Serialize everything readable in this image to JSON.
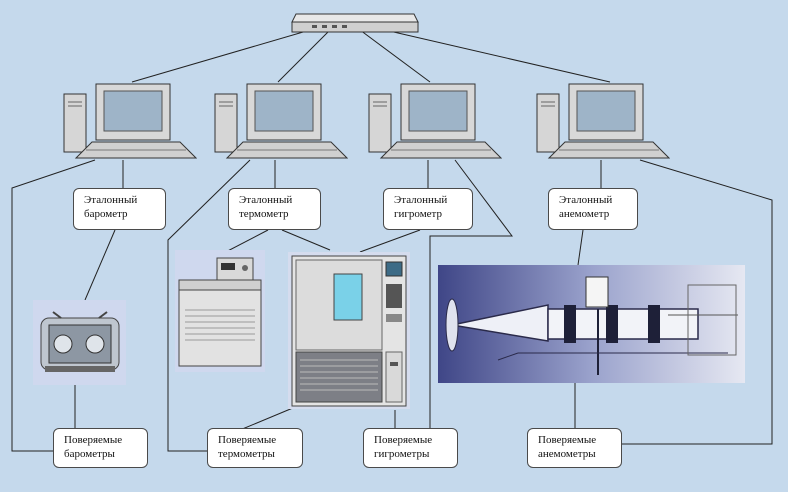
{
  "colors": {
    "background": "#c5d9ec",
    "line": "#222222",
    "box_fill": "#ffffff",
    "box_border": "#4a4a4a",
    "monitor_frame": "#d8d8d8",
    "monitor_screen": "#9eb4c8",
    "photo_blue": "#5c66a5"
  },
  "hub": {
    "icon": "network-hub-icon"
  },
  "computers": [
    {
      "icon": "computer-icon"
    },
    {
      "icon": "computer-icon"
    },
    {
      "icon": "computer-icon"
    },
    {
      "icon": "computer-icon"
    }
  ],
  "reference": {
    "barometer": {
      "line1": "Эталонный",
      "line2": "барометр"
    },
    "thermometer": {
      "line1": "Эталонный",
      "line2": "термометр"
    },
    "hygrometer": {
      "line1": "Эталонный",
      "line2": "гигрометр"
    },
    "anemometer": {
      "line1": "Эталонный",
      "line2": "анемометр"
    }
  },
  "verified": {
    "barometers": {
      "line1": "Поверяемые",
      "line2": "барометры"
    },
    "thermometers": {
      "line1": "Поверяемые",
      "line2": "термометры"
    },
    "hygrometers": {
      "line1": "Поверяемые",
      "line2": "гигрометры"
    },
    "anemometers": {
      "line1": "Поверяемые",
      "line2": "анемометры"
    }
  },
  "photos": [
    {
      "icon": "barometer-calibration-chamber-photo"
    },
    {
      "icon": "thermostat-bath-photo"
    },
    {
      "icon": "climatic-chamber-photo"
    },
    {
      "icon": "wind-tunnel-photo"
    }
  ]
}
